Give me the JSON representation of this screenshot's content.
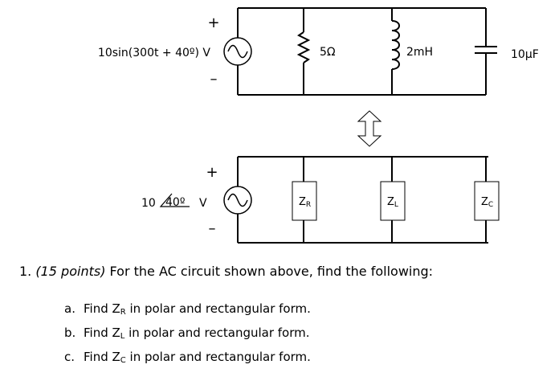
{
  "circuit_time": {
    "source_label": "10sin(300t + 40º) V",
    "plus": "+",
    "minus": "–",
    "resistor_label": "5Ω",
    "inductor_label": "2mH",
    "capacitor_label": "10µF"
  },
  "circuit_phasor": {
    "source_magnitude": "10",
    "source_angle": "40º",
    "source_unit": "V",
    "plus": "+",
    "minus": "–",
    "zr_main": "Z",
    "zr_sub": "R",
    "zl_main": "Z",
    "zl_sub": "L",
    "zc_main": "Z",
    "zc_sub": "C"
  },
  "problem": {
    "number": "1.",
    "points": "(15 points)",
    "text": "For the AC circuit shown above, find the following:",
    "items": [
      {
        "letter": "a.",
        "pre": "Find Z",
        "sub": "R",
        "post": " in polar and rectangular form."
      },
      {
        "letter": "b.",
        "pre": "Find Z",
        "sub": "L",
        "post": " in polar and rectangular form."
      },
      {
        "letter": "c.",
        "pre": "Find Z",
        "sub": "C",
        "post": " in polar and rectangular form."
      }
    ]
  }
}
